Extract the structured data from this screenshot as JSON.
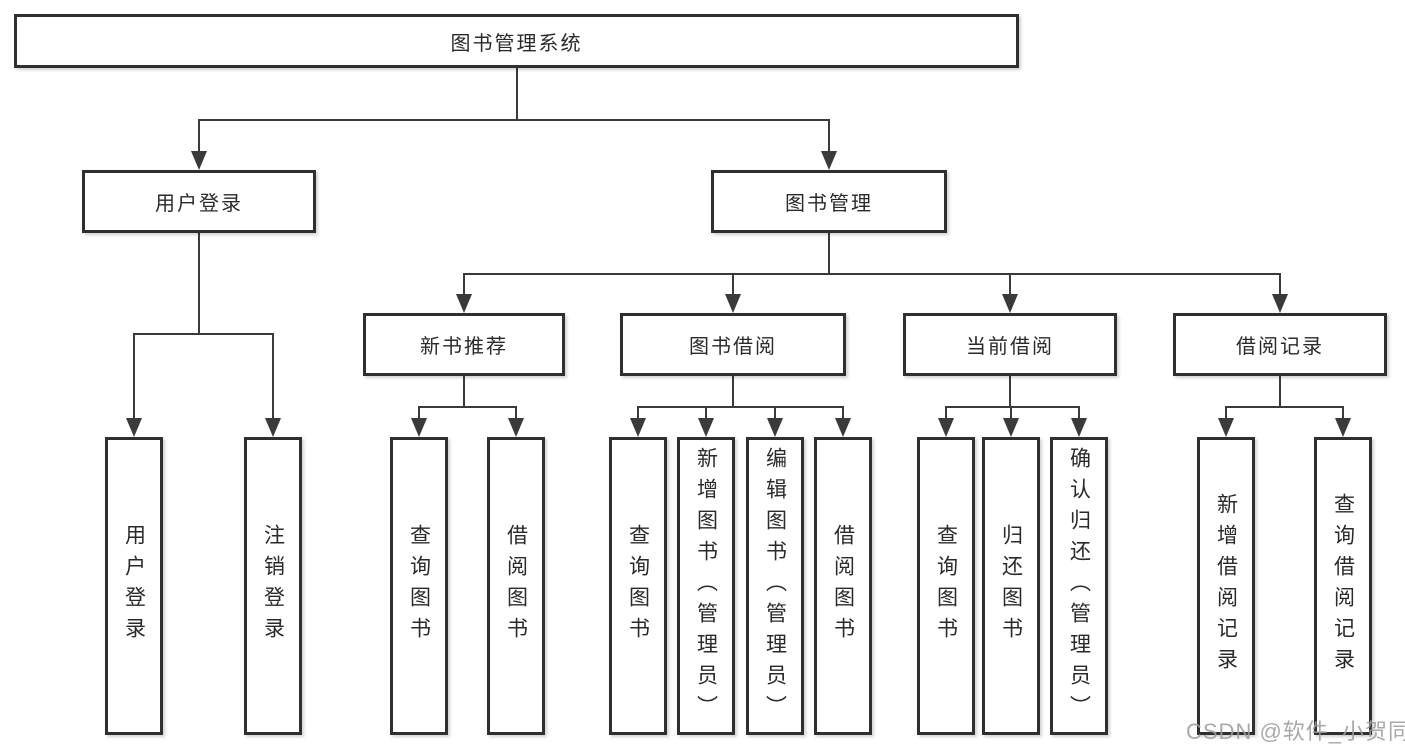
{
  "diagram_title": "图书管理系统",
  "nodes": {
    "root": {
      "label": "图书管理系统"
    },
    "user_login": {
      "label": "用户登录"
    },
    "book_mgmt": {
      "label": "图书管理"
    },
    "new_book_rec": {
      "label": "新书推荐"
    },
    "book_borrow": {
      "label": "图书借阅"
    },
    "current_borrow": {
      "label": "当前借阅"
    },
    "borrow_record": {
      "label": "借阅记录"
    },
    "leaf_user_login": {
      "label": "用户登录"
    },
    "leaf_logout": {
      "label": "注销登录"
    },
    "leaf_query_book_new": {
      "label": "查询图书"
    },
    "leaf_borrow_book_new": {
      "label": "借阅图书"
    },
    "leaf_query_book_borrow": {
      "label": "查询图书"
    },
    "leaf_add_book": {
      "label": "新增图书（管理员）"
    },
    "leaf_edit_book": {
      "label": "编辑图书（管理员）"
    },
    "leaf_borrow_book_borrow": {
      "label": "借阅图书"
    },
    "leaf_query_book_current": {
      "label": "查询图书"
    },
    "leaf_return_book": {
      "label": "归还图书"
    },
    "leaf_confirm_return": {
      "label": "确认归还（管理员）"
    },
    "leaf_add_borrow_record": {
      "label": "新增借阅记录"
    },
    "leaf_query_borrow_record": {
      "label": "查询借阅记录"
    }
  },
  "watermark": {
    "text": "CSDN @软件_小贺同学"
  },
  "colors": {
    "line": "#3a3a3a",
    "box_border": "#2f2f2f",
    "text": "#2a2a2a",
    "watermark": "#9e9e9e",
    "background": "#ffffff"
  }
}
